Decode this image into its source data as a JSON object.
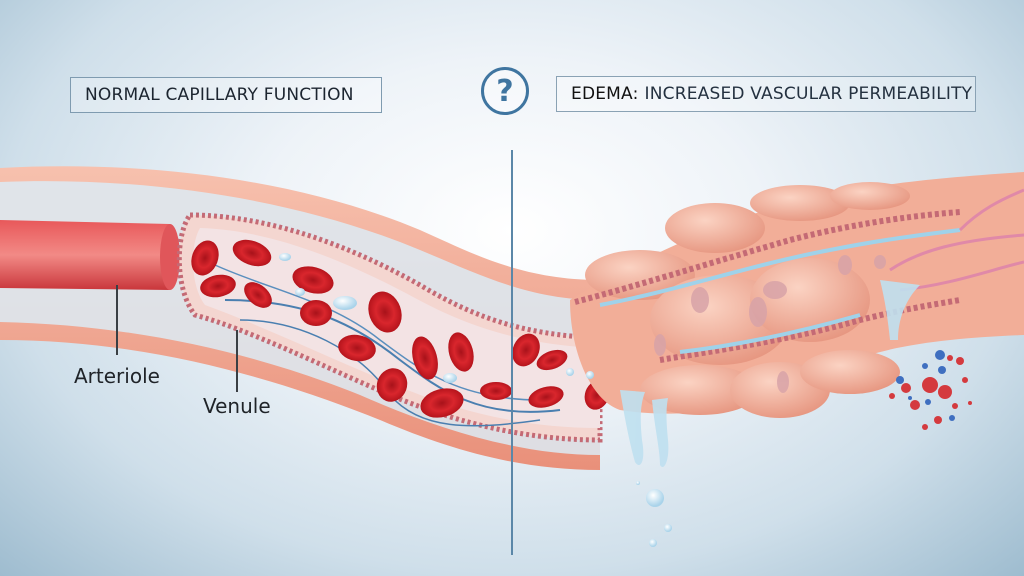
{
  "header": {
    "left_title": "NORMAL CAPILLARY FUNCTION",
    "center_icon": "question-mark-icon",
    "right_title_strong": "EDEMA:",
    "right_title_rest": "INCREASED VASCULAR PERMEABILITY"
  },
  "labels": {
    "arteriole": "Arteriole",
    "venule": "Venule"
  },
  "colors": {
    "background_center": "#ffffff",
    "background_edge": "#9ebccf",
    "vessel_wall": "#f0a58f",
    "blood_cell": "#d3232b",
    "fluid": "#bfe0f0",
    "divider": "#5b87a8",
    "accent_blue": "#3f75a0"
  }
}
